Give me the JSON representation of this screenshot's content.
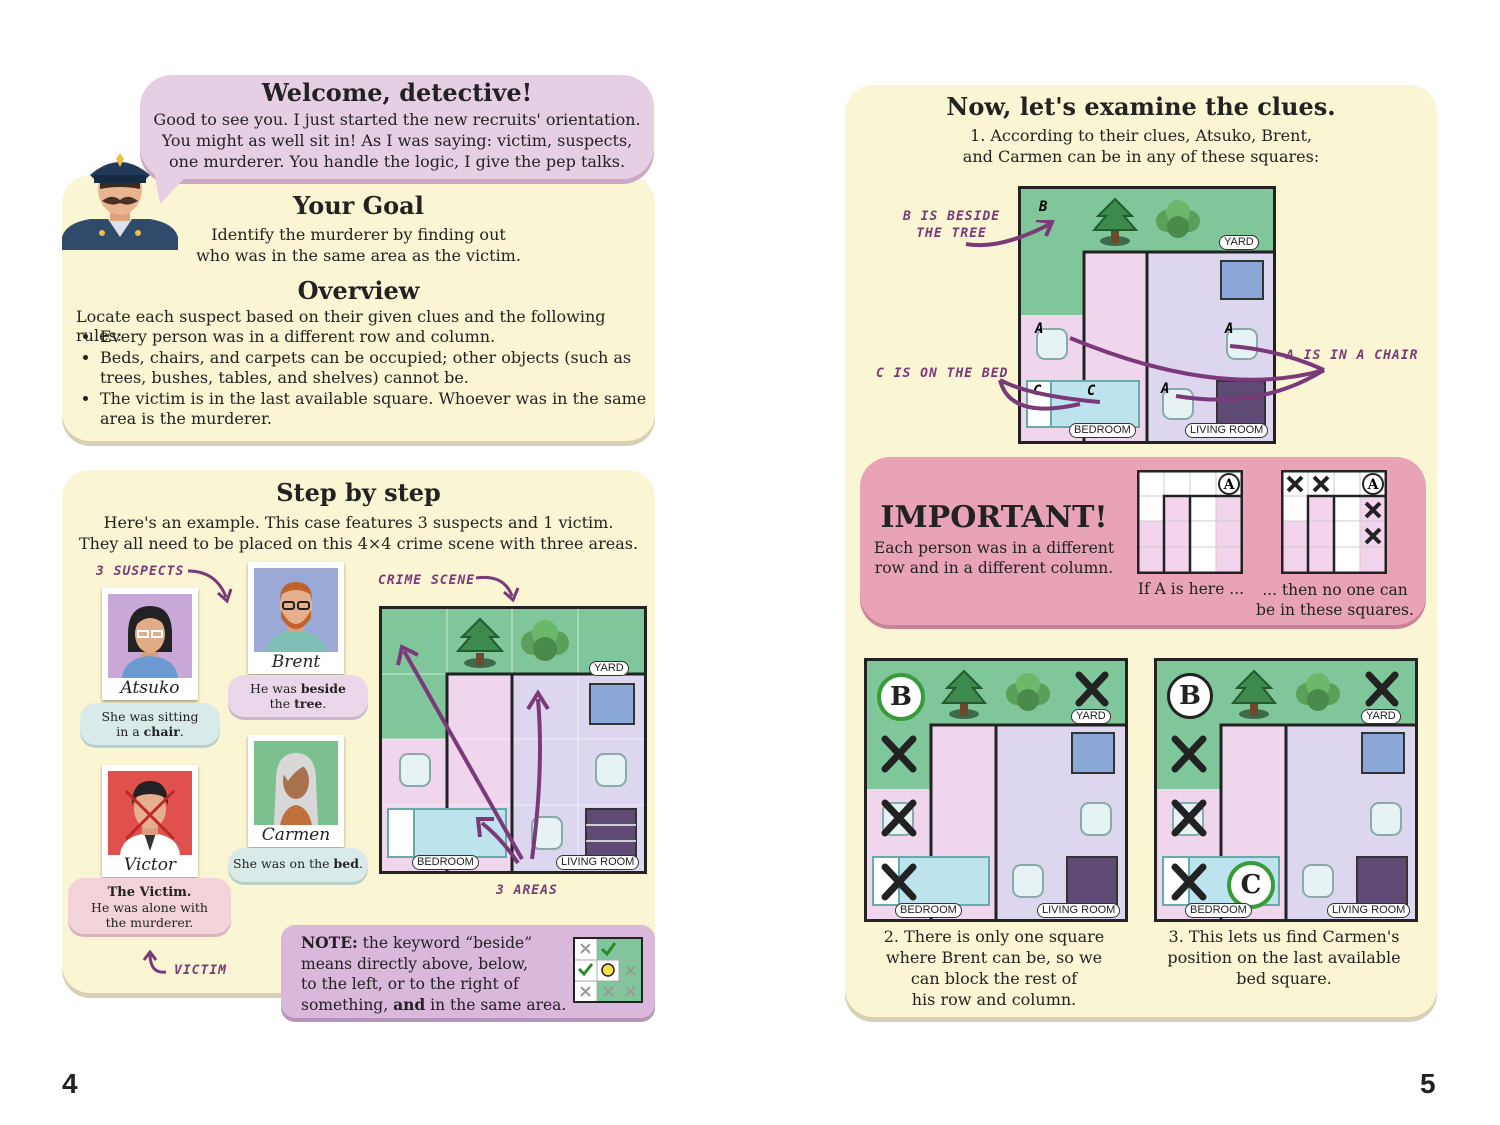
{
  "welcome": {
    "title": "Welcome, detective!",
    "lines": [
      "Good to see you. I just started the new recruits' orientation.",
      "You might as well sit in! As I was saying: victim, suspects,",
      "one murderer. You handle the logic, I give the pep talks."
    ]
  },
  "goal": {
    "title": "Your Goal",
    "lines": [
      "Identify the murderer by finding out",
      "who was in the same area as the victim."
    ]
  },
  "overview": {
    "title": "Overview",
    "intro": "Locate each suspect based on their given clues and the following rules:",
    "rules": [
      "Every person was in a different row and column.",
      "Beds, chairs, and carpets can be occupied; other objects (such as trees, bushes, tables, and shelves) cannot be.",
      "The victim is in the last available square. Whoever was in the same area is the murderer."
    ]
  },
  "step": {
    "title": "Step by step",
    "lines": [
      "Here's an example. This case features 3 suspects and 1 victim.",
      "They all need to be placed on this 4×4 crime scene with three areas."
    ],
    "label_suspects": "3 SUSPECTS",
    "label_scene": "CRIME SCENE",
    "label_areas": "3 AREAS",
    "label_victim": "VICTIM",
    "suspects": [
      {
        "name": "Atsuko",
        "clue": [
          "She was sitting",
          "in a chair."
        ]
      },
      {
        "name": "Brent",
        "clue": [
          "He was beside",
          "the tree."
        ]
      },
      {
        "name": "Victor",
        "clue": [
          "The Victim.",
          "He was alone with",
          "the murderer."
        ]
      },
      {
        "name": "Carmen",
        "clue": [
          "She was on the bed."
        ]
      }
    ],
    "note": {
      "bold": "NOTE:",
      "text1": " the keyword “beside”",
      "lines": [
        "means directly above, below,",
        "to the left, or to the right of"
      ],
      "text2": "something, ",
      "bold2": "and",
      "text3": " in the same area."
    }
  },
  "areas": {
    "yard": "YARD",
    "bedroom": "BEDROOM",
    "living": "LIVING ROOM"
  },
  "examine": {
    "title": "Now, let's examine the clues.",
    "lines": [
      "1. According to their clues, Atsuko, Brent,",
      "and Carmen can be in any of these squares:"
    ],
    "clue_b": [
      "B IS BESIDE",
      "THE TREE"
    ],
    "clue_c": "C IS ON THE BED",
    "clue_a": "A IS IN A CHAIR"
  },
  "important": {
    "title": "IMPORTANT!",
    "lines": [
      "Each person was in a different",
      "row and in a different column."
    ],
    "cap1": "If A is here ...",
    "cap2": [
      "... then no one can",
      "be in these squares."
    ]
  },
  "step2": [
    "2. There is only one square",
    "where Brent can be, so we",
    "can block the rest of",
    "his row and column."
  ],
  "step3": [
    "3. This lets us find Carmen's",
    "position on the last available",
    "bed square."
  ],
  "tokens": {
    "a": "A",
    "b": "B",
    "c": "C"
  },
  "pages": {
    "left": "4",
    "right": "5"
  },
  "colors": {
    "panel": "#faf5d2",
    "bubble": "#e6cfe3",
    "important": "#e8a3b7",
    "note": "#d9b8dc",
    "grass": "#7fc79a",
    "bedroom": "#f0d6ec",
    "living": "#dcd6ee"
  }
}
